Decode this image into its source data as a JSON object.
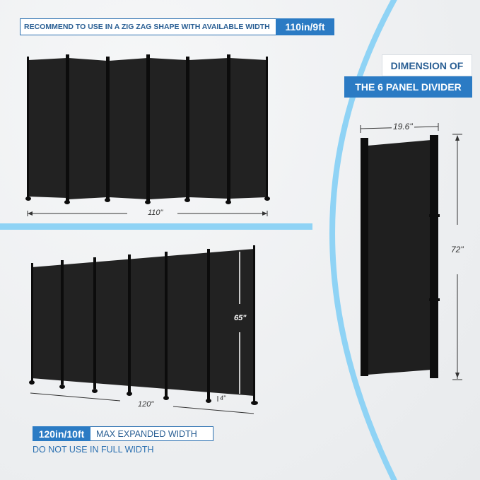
{
  "header": {
    "recommend_text": "RECOMMEND TO USE IN A ZIG ZAG SHAPE WITH AVAILABLE WIDTH",
    "recommend_value": "110in/9ft"
  },
  "title": {
    "line1": "DIMENSION OF",
    "line2": "THE 6 PANEL DIVIDER"
  },
  "footer": {
    "max_value": "120in/10ft",
    "max_text": "MAX EXPANDED WIDTH",
    "warning": "DO NOT USE IN FULL WIDTH"
  },
  "dimensions": {
    "zigzag_width": "110\"",
    "full_width": "120\"",
    "panel_height": "65\"",
    "leg_height": "4\"",
    "single_width": "19.6\"",
    "single_height": "72\""
  },
  "colors": {
    "accent_blue": "#2b7bc4",
    "light_blue": "#8fd3f5",
    "text_blue": "#2a5f94",
    "panel": "#1e1e1e"
  }
}
